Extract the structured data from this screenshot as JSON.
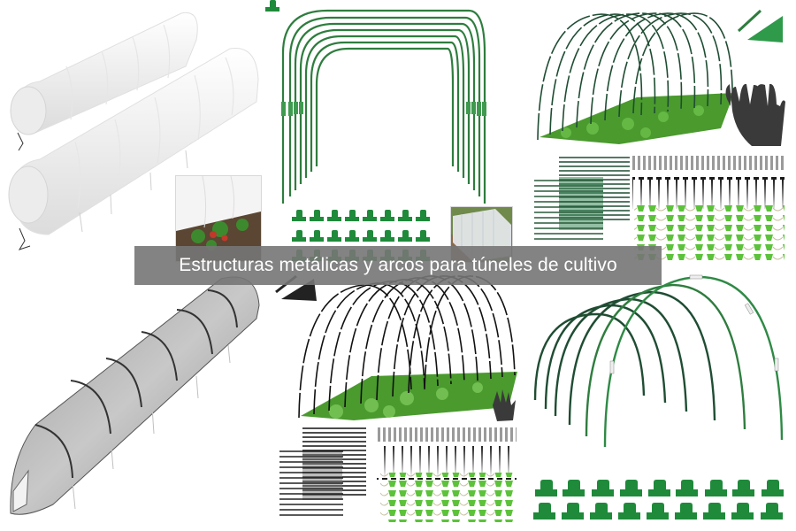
{
  "caption": {
    "text": "Estructuras metálicas y arcos para túneles de cultivo"
  },
  "colors": {
    "caption_bg": "#767676",
    "caption_text": "#ffffff",
    "hoop_green": "#2e7d3e",
    "clip_green": "#1e8a3a",
    "light_clip_green": "#5cc23a",
    "dark_rod": "#1f3b2b",
    "fleece_white": "#f2f2f2",
    "net_gray": "#8a8a8a",
    "crop_green": "#4a9a2e",
    "soil_brown": "#5a4632"
  },
  "tiles": [
    {
      "id": "white-fleece-tunnels",
      "description": "Two white fleece garden tunnels with drawstring ends",
      "inset": "fleece-over-strawberries"
    },
    {
      "id": "green-rectangular-hoops",
      "description": "Green coated rectangular hoops with 24 T-clips",
      "inset": "netted-tunnel-on-bed"
    },
    {
      "id": "dark-hoops-over-lettuce-green",
      "description": "Arched hoops over lettuce bed with gloves, rods, stakes and clips",
      "extras": [
        "rod-bundle",
        "gloves"
      ]
    },
    {
      "id": "black-mesh-tunnel",
      "description": "Long black mesh insect-net tunnel"
    },
    {
      "id": "dark-hoops-over-lettuce-black",
      "description": "Black arched hoops over lettuce bed with glove, rods, stakes and clips",
      "extras": [
        "rod-bundle",
        "glove"
      ]
    },
    {
      "id": "green-round-hoops",
      "description": "Six green round hoops with 18 T-clips"
    }
  ]
}
